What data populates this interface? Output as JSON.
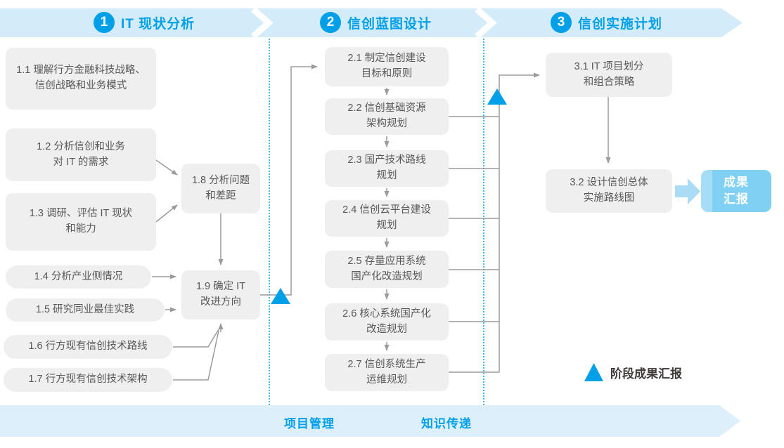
{
  "colors": {
    "accent": "#00a0e9",
    "banner_bg": "#d4ecf9",
    "footer_banner_bg": "#ddeffb",
    "box_bg": "#efefef",
    "box_text": "#595757",
    "connector": "#9b9b9b",
    "result_box_bg": "#7fd0f2",
    "triangle": "#00a0e9"
  },
  "phases": [
    {
      "number": "1",
      "label": "IT 现状分析"
    },
    {
      "number": "2",
      "label": "信创蓝图设计"
    },
    {
      "number": "3",
      "label": "信创实施计划"
    }
  ],
  "phase1_boxes": [
    "1.1 理解行方金融科技战略、\n信创战略和业务模式",
    "1.2 分析信创和业务\n对 IT 的需求",
    "1.3 调研、评估 IT 现状\n和能力",
    "1.4 分析产业侧情况",
    "1.5 研究同业最佳实践",
    "1.6 行方现有信创技术路线",
    "1.7 行方现有信创技术架构",
    "1.8 分析问题\n和差距",
    "1.9 确定 IT\n改进方向"
  ],
  "phase2_boxes": [
    "2.1 制定信创建设\n目标和原则",
    "2.2 信创基础资源\n架构规划",
    "2.3 国产技术路线\n规划",
    "2.4 信创云平台建设\n规划",
    "2.5 存量应用系统\n国产化改造规划",
    "2.6 核心系统国产化\n改造规划",
    "2.7 信创系统生产\n运维规划"
  ],
  "phase3_boxes": [
    "3.1 IT 项目划分\n和组合策略",
    "3.2 设计信创总体\n实施路线图"
  ],
  "result_box": "成果\n汇报",
  "legend": {
    "stage_report": "阶段成果汇报"
  },
  "footer": {
    "labels": [
      "项目管理",
      "知识传递"
    ]
  }
}
